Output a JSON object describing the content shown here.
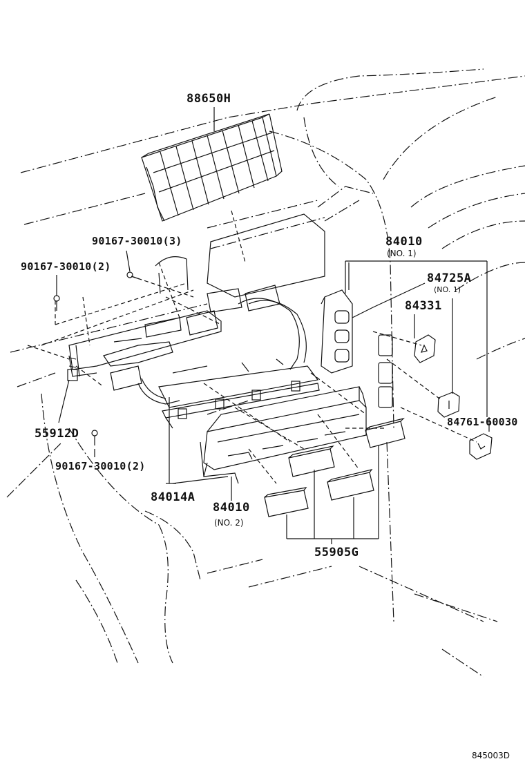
{
  "callouts": {
    "p88650H": "88650H",
    "p90167_3": "90167-30010(3)",
    "p90167_2a": "90167-30010(2)",
    "p84010_no1": "84010",
    "no1_a": "(NO. 1)",
    "p84725A": "84725A",
    "no1_b": "(NO. 1)",
    "p84331": "84331",
    "p84761": "84761-60030",
    "p55912D": "55912D",
    "p90167_2b": "90167-30010(2)",
    "p84014A": "84014A",
    "p84010_no2": "84010",
    "no2": "(NO. 2)",
    "p55905G": "55905G"
  },
  "illustration_id": "845003D"
}
